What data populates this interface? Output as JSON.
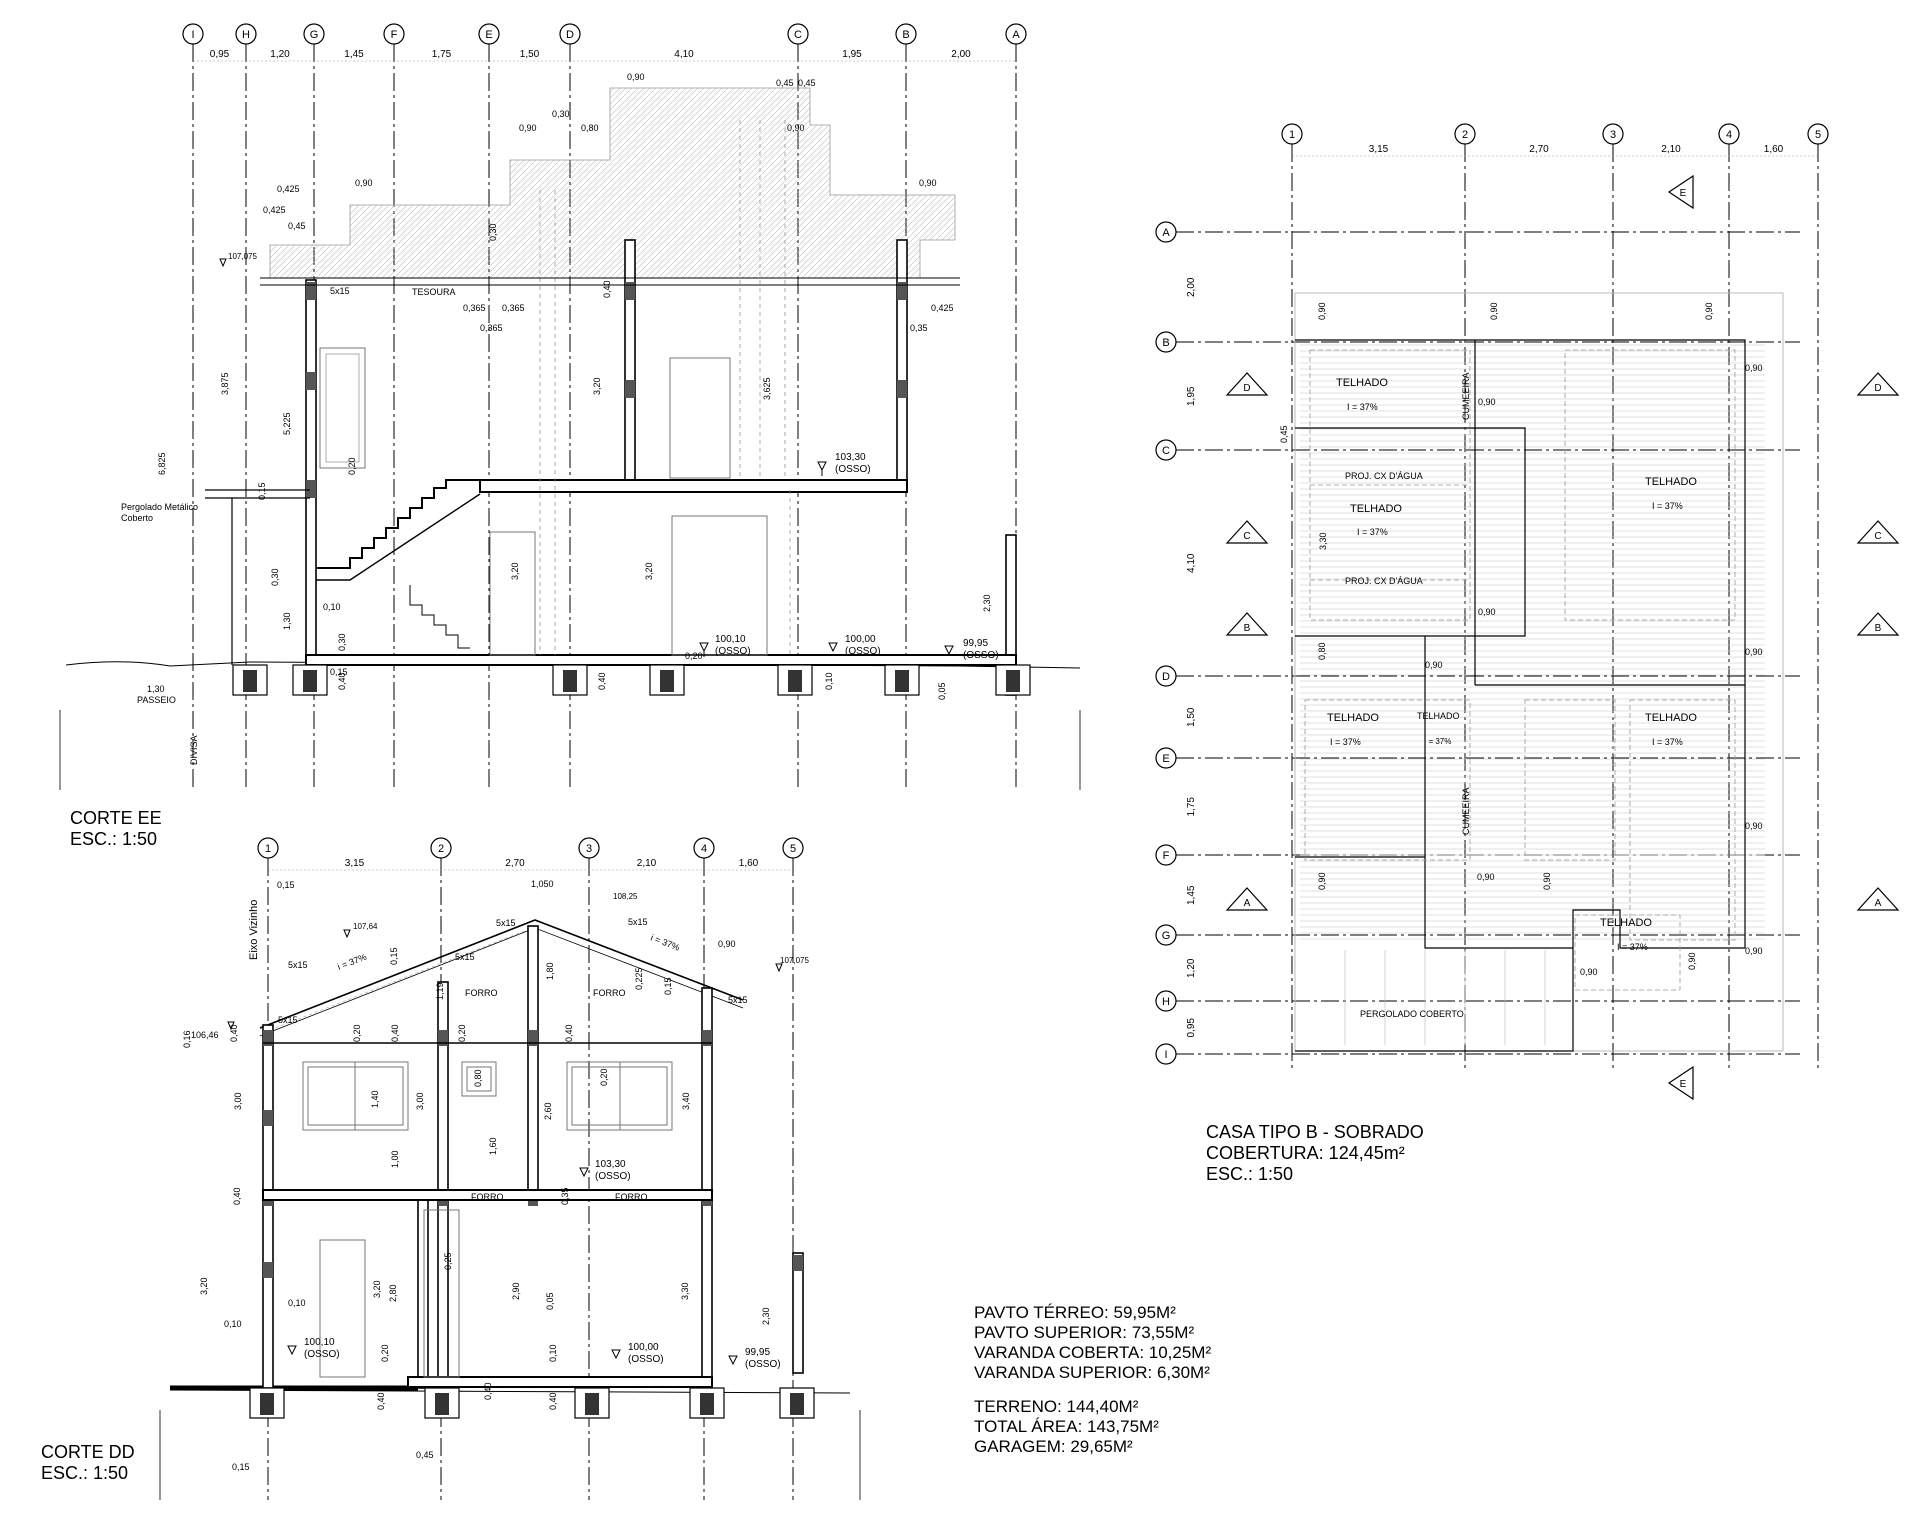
{
  "corte_ee": {
    "axes": [
      "I",
      "H",
      "G",
      "F",
      "E",
      "D",
      "C",
      "B",
      "A"
    ],
    "spacings": [
      "0,95",
      "1,20",
      "1,45",
      "1,75",
      "1,50",
      "4,10",
      "1,95",
      "2,00"
    ],
    "title": "CORTE EE",
    "scale": "ESC.: 1:50",
    "notes": {
      "tesoura": "TESOURA",
      "pergolado": "Pergolado Metálico",
      "coberto": "Coberto",
      "passeio": "PASSEIO",
      "divisa": "DIVISA"
    },
    "levels": [
      {
        "value": "103,30",
        "sub": "(OSSO)"
      },
      {
        "value": "100,10",
        "sub": "(OSSO)"
      },
      {
        "value": "100,00",
        "sub": "(OSSO)"
      },
      {
        "value": "99,95",
        "sub": "(OSSO)"
      },
      {
        "value": "107,075",
        "sub": ""
      }
    ],
    "dims": [
      "0,90",
      "0,45",
      "0,45",
      "0,30",
      "0,90",
      "0,80",
      "0,90",
      "0,30",
      "0,90",
      "0,90",
      "0,425",
      "0,45",
      "5x15",
      "0,40",
      "0,365",
      "0,365",
      "0,365",
      "0,40",
      "0,425",
      "0,35",
      "3,875",
      "5,225",
      "3,20",
      "3,625",
      "6,825",
      "0,15",
      "0,15",
      "0,20",
      "0,30",
      "1,30",
      "0,10",
      "0,30",
      "0,40",
      "0,20",
      "3,20",
      "3,20",
      "0,40",
      "0,10",
      "2,30",
      "0,05",
      "1,30"
    ]
  },
  "corte_dd": {
    "axes": [
      "1",
      "2",
      "3",
      "4",
      "5"
    ],
    "spacings": [
      "3,15",
      "2,70",
      "2,10",
      "1,60"
    ],
    "title": "CORTE DD",
    "scale": "ESC.: 1:50",
    "notes": {
      "eixo": "Eixo Vizinho",
      "forro": "FORRO",
      "slope": "i = 37%"
    },
    "levels": [
      {
        "value": "103,30",
        "sub": "(OSSO)"
      },
      {
        "value": "100,10",
        "sub": "(OSSO)"
      },
      {
        "value": "100,00",
        "sub": "(OSSO)"
      },
      {
        "value": "99,95",
        "sub": "(OSSO)"
      },
      {
        "value": "107,64",
        "sub": ""
      },
      {
        "value": "108,25",
        "sub": ""
      },
      {
        "value": "107,075",
        "sub": ""
      },
      {
        "value": "106,46",
        "sub": ""
      }
    ],
    "dims": [
      "0,15",
      "1,050",
      "5x15",
      "5x15",
      "5x15",
      "5x15",
      "5x15",
      "0,90",
      "0,225",
      "0,15",
      "1,19",
      "0,15",
      "1,80",
      "0,16",
      "0,20",
      "0,40",
      "0,20",
      "0,40",
      "0,40",
      "3,00",
      "1,40",
      "3,00",
      "0,80",
      "0,20",
      "2,60",
      "3,40",
      "1,60",
      "1,00",
      "0,40",
      "0,35",
      "0,05",
      "3,20",
      "3,20",
      "2,80",
      "0,25",
      "2,90",
      "3,30",
      "2,30",
      "0,10",
      "0,10",
      "0,20",
      "0,20",
      "0,10",
      "0,40",
      "0,40",
      "0,40",
      "0,45",
      "0,15"
    ]
  },
  "cobertura": {
    "axes_x": [
      "1",
      "2",
      "3",
      "4",
      "5"
    ],
    "spacings_x": [
      "3,15",
      "2,70",
      "2,10",
      "1,60"
    ],
    "axes_y": [
      "A",
      "B",
      "C",
      "D",
      "E",
      "F",
      "G",
      "H",
      "I"
    ],
    "spacings_y": [
      "2,00",
      "1,95",
      "4,10",
      "1,50",
      "1,75",
      "1,45",
      "1,20",
      "0,95"
    ],
    "section_marks": [
      "E",
      "D",
      "C",
      "B",
      "A"
    ],
    "telhado": "TELHADO",
    "slope": "I = 37%",
    "cumeeira": "CUMEEIRA",
    "proj": "PROJ. CX D'ÁGUA",
    "pergolado": "PERGOLADO COBERTO",
    "dims": [
      "0,90",
      "0,90",
      "0,90",
      "0,90",
      "0,90",
      "0,90",
      "0,90",
      "0,90",
      "0,90",
      "0,90",
      "0,90",
      "0,90",
      "0,90",
      "0,90",
      "0,90",
      "0,80",
      "0,45",
      "3,30"
    ],
    "title_lines": [
      "CASA TIPO B - SOBRADO",
      "COBERTURA: 124,45m²",
      "ESC.: 1:50"
    ]
  },
  "areas": {
    "lines": [
      "PAVTO TÉRREO: 59,95M²",
      "PAVTO SUPERIOR: 73,55M²",
      "VARANDA COBERTA: 10,25M²",
      "VARANDA SUPERIOR: 6,30M²",
      "",
      "TERRENO: 144,40M²",
      "TOTAL ÁREA: 143,75M²",
      "GARAGEM: 29,65M²"
    ]
  }
}
